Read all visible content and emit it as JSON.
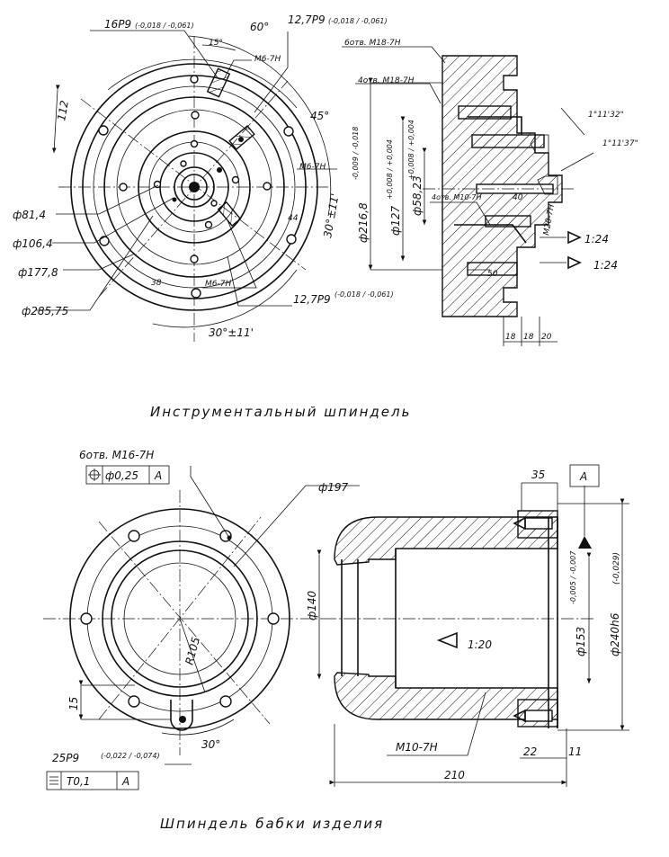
{
  "captions": {
    "top": "Инструментальный шпиндель",
    "bottom": "Шпиндель бабки изделия"
  },
  "top_drawing": {
    "labels": {
      "key16": "16P9",
      "key16_tol": "(-0,018 / -0,061)",
      "angle60": "60°",
      "key12a": "12,7P9",
      "key12a_tol": "(-0,018 / -0,061)",
      "holes6": "6отв. M18-7H",
      "holes4a": "4отв. M18-7H",
      "angle15": "15°",
      "m6a": "M6-7H",
      "dim112": "112",
      "angle45": "45°",
      "m6b": "M6-7H",
      "d81": "ф81,4",
      "d106": "ф106,4",
      "d177": "ф177,8",
      "d285": "ф285,75",
      "angle30a": "30°±11'",
      "dim38": "38",
      "dim44": "44",
      "m6c": "M6-7H",
      "key12b": "12,7P9",
      "key12b_tol": "(-0,018 / -0,061)",
      "angle30b": "30°±11'",
      "d2168": "ф216,8",
      "d2168_tol": "-0,009 / -0,018",
      "d127": "ф127",
      "d127_tol": "+0,008 / +0,004",
      "d5823": "ф58,23",
      "d5823_tol": "+0,008 / +0,004",
      "holes4b": "4отв. M10-7H",
      "dim40": "40",
      "m20": "M20-7H",
      "dim50": "50",
      "taper1": "1:24",
      "taper2": "1:24",
      "tol32": "1°11'32\"",
      "tol37": "1°11'37\"",
      "dim18a": "18",
      "dim18b": "18",
      "dim20": "20"
    }
  },
  "bottom_drawing": {
    "labels": {
      "holes6": "6отв. M16-7H",
      "pos_tol": "ф0,25",
      "pos_ref": "A",
      "d197": "ф197",
      "r105": "R105",
      "dim15": "15",
      "angle30": "30°",
      "key25": "25P9",
      "key25_tol": "(-0,022 / -0,074)",
      "sym_tol": "T0,1",
      "sym_ref": "A",
      "dim35": "35",
      "datum": "A",
      "d140": "ф140",
      "taper": "1:20",
      "d153": "ф153",
      "d153_tol": "-0,005 / -0,007",
      "d240": "ф240h6",
      "d240_tol": "(-0,029)",
      "m10": "M10-7H",
      "dim22": "22",
      "dim11": "11",
      "dim210": "210"
    }
  }
}
